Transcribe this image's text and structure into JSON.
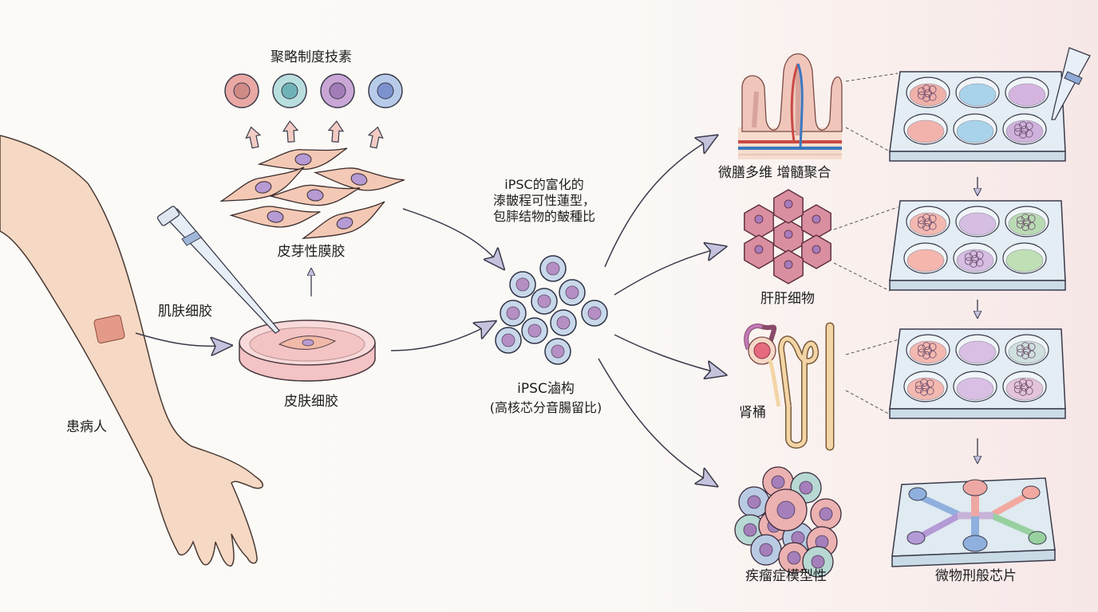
{
  "title": "iPSC disease modeling workflow",
  "labels": {
    "patient": "患病人",
    "skin_biopsy": "肌肤细胶",
    "skin_cells": "皮肤细胶",
    "fibroblasts": "皮芽性膜胶",
    "reprogramming_factors": "聚略制度技素",
    "reprogramming_note": [
      "iPSC的富化的",
      "溙皵程可性蓮型，",
      "包膟结物的皶種比"
    ],
    "ipsc_colony": "iPSC滷构",
    "ipsc_colony_sub": "(高核芯分音腸留比)",
    "intestine_organoid": "微膳多维 增髓聚合",
    "liver_cells": "肝肝细物",
    "kidney": "肾桶",
    "disease_model": "疾瘤症模型性",
    "organ_on_chip": "微物刑般芯片"
  },
  "factor_cells": [
    {
      "name": "factor-cell-1",
      "fill": "#e9a8a4",
      "nucleus": "#d08a86"
    },
    {
      "name": "factor-cell-2",
      "fill": "#b9dede",
      "nucleus": "#6fb2b6"
    },
    {
      "name": "factor-cell-3",
      "fill": "#c9a6d6",
      "nucleus": "#a27cb8"
    },
    {
      "name": "factor-cell-4",
      "fill": "#b7cbe9",
      "nucleus": "#7b92cf"
    }
  ],
  "well_plates": [
    {
      "name": "well-plate-intestine",
      "wells": [
        "#efb1aa",
        "#a9d3ea",
        "#d5b5df",
        "#f2b3ad",
        "#a9d3ea",
        "#cfb2dc"
      ],
      "organoids": [
        0,
        5
      ]
    },
    {
      "name": "well-plate-liver",
      "wells": [
        "#f3b8b0",
        "#d6bde2",
        "#b9dbb3",
        "#f5b6ae",
        "#d6bde2",
        "#bfe0b4"
      ],
      "organoids": [
        0,
        2,
        4
      ]
    },
    {
      "name": "well-plate-kidney",
      "wells": [
        "#f3b8b0",
        "#d9bfe3",
        "#cfe0de",
        "#f3b8b0",
        "#d9bfe3",
        "#e3c4d8"
      ],
      "organoids": [
        0,
        2,
        3,
        5
      ]
    }
  ],
  "colors": {
    "arrow": "#c5c2de",
    "arrow_stroke": "#3a3a4a",
    "ipsc_cell": "#c8d8ea",
    "ipsc_nucleus": "#b58fc4",
    "skin": "#f6d9c4",
    "fibroblast": "#f3c9b5"
  }
}
